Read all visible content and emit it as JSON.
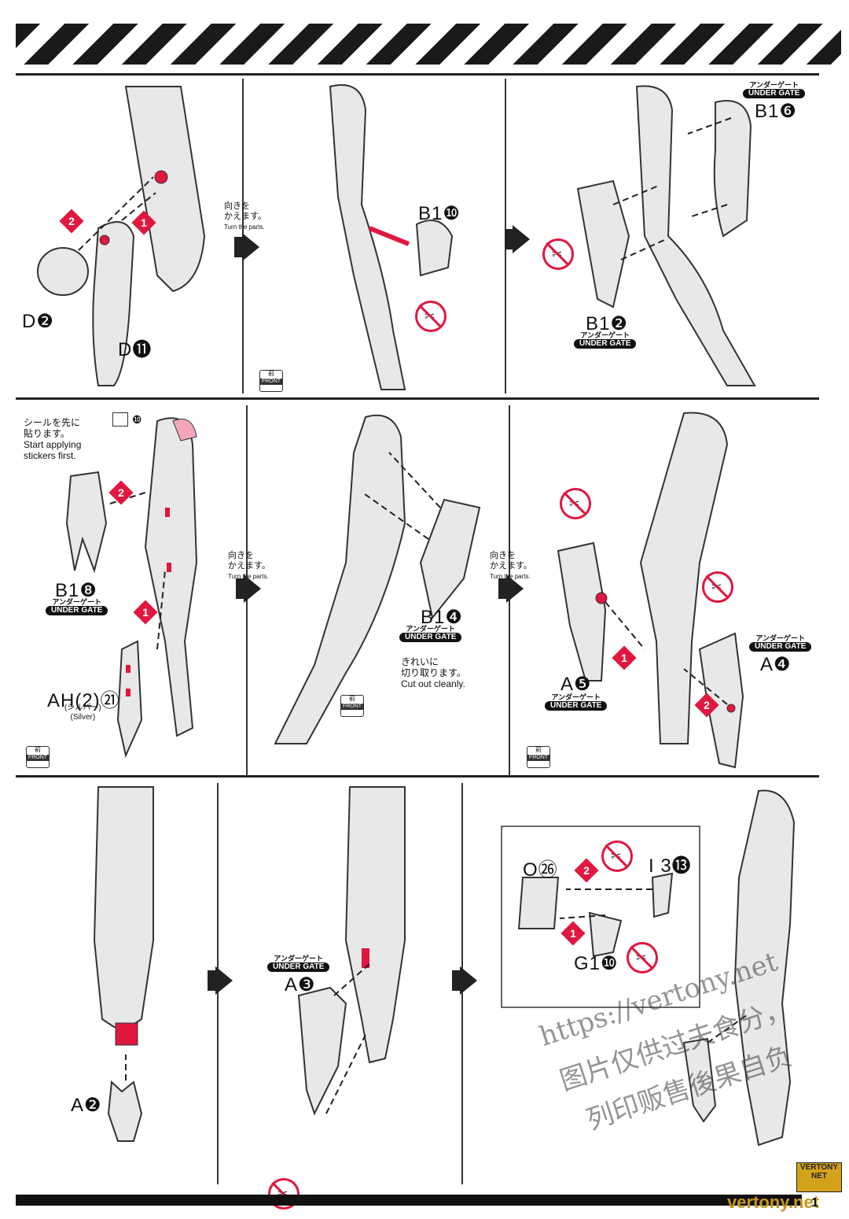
{
  "steps": {
    "row1": {
      "p1": {
        "part_a": "D❷",
        "part_b": "D⓫",
        "step1": "1",
        "step2": "2"
      },
      "turn1": {
        "jp": "向きを\nかえます。",
        "en": "Turn the parts."
      },
      "p2": {
        "part": "B1❿",
        "front_kanji": "前",
        "front_label": "FRONT"
      },
      "p3": {
        "part_a": "B1❻",
        "part_b": "B1❷",
        "tag_jp": "アンダーゲート",
        "tag_en": "UNDER GATE"
      }
    },
    "row2": {
      "p1": {
        "note_jp": "シールを先に\n貼ります。",
        "note_en": "Start applying\nstickers first.",
        "sticker_no": "❿",
        "part_a": "B1❽",
        "part_b": "AH(2)㉑",
        "part_b_jp": "(シルバー)",
        "part_b_en": "(Silver)",
        "tag_jp": "アンダーゲート",
        "tag_en": "UNDER GATE",
        "step1": "1",
        "step2": "2",
        "front_kanji": "前",
        "front_label": "FRONT"
      },
      "turn1": {
        "jp": "向きを\nかえます。",
        "en": "Turn the parts."
      },
      "p2": {
        "part": "B1❹",
        "tag_jp": "アンダーゲート",
        "tag_en": "UNDER GATE",
        "cut_jp": "きれいに\n切り取ります。",
        "cut_en": "Cut out cleanly.",
        "front_kanji": "前",
        "front_label": "FRONT"
      },
      "turn2": {
        "jp": "向きを\nかえます。",
        "en": "Turn the parts."
      },
      "p3": {
        "part_a": "A❺",
        "part_b": "A❹",
        "tag_jp": "アンダーゲート",
        "tag_en": "UNDER GATE",
        "step1": "1",
        "step2": "2",
        "front_kanji": "前",
        "front_label": "FRONT"
      }
    },
    "row3": {
      "p1": {
        "part": "A❷"
      },
      "p2": {
        "part": "A❸",
        "tag_jp": "アンダーゲート",
        "tag_en": "UNDER GATE"
      },
      "p3": {
        "part_a": "O㉖",
        "part_b": "I 3⓭",
        "part_c": "G1❿",
        "step1": "1",
        "step2": "2"
      }
    }
  },
  "watermark": {
    "line1": "https://vertony.net",
    "line2": "图片仅供过夫食分，",
    "line3": "列印贩售後果自负"
  },
  "footer": {
    "logo": "VERTONY\nNET",
    "site": "vertony.net",
    "page": "1"
  }
}
